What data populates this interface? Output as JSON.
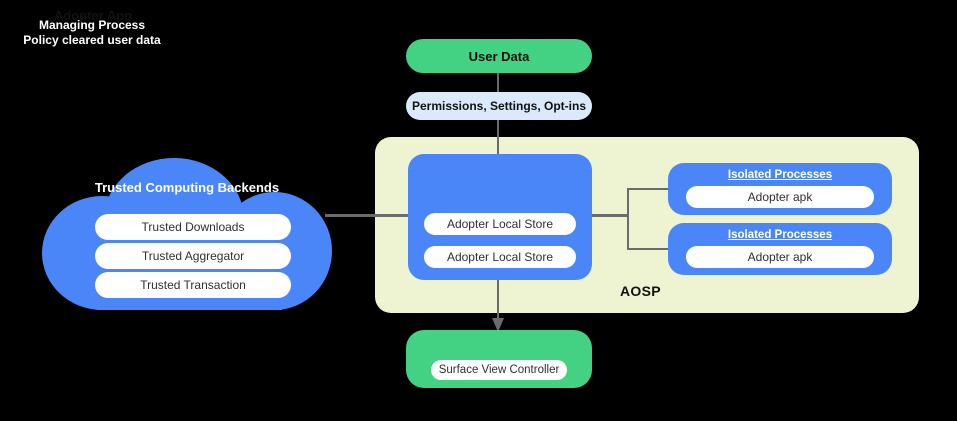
{
  "diagram": {
    "title_label": "AOSP",
    "colors": {
      "blue": "#4a86f7",
      "green": "#43d183",
      "light_blue": "#daeafb",
      "aosp_bg": "#eef3d2",
      "connector": "#6b6b6b",
      "background": "#000000"
    }
  },
  "user_data": {
    "label": "User Data"
  },
  "permissions": {
    "label": "Permissions,  Settings, Opt-ins"
  },
  "cloud": {
    "title": "Trusted Computing Backends",
    "items": [
      {
        "label": "Trusted Downloads"
      },
      {
        "label": "Trusted Aggregator"
      },
      {
        "label": "Trusted Transaction"
      }
    ]
  },
  "managing_process": {
    "title_line1": "Managing Process",
    "title_line2": "Policy cleared user data",
    "stores": [
      {
        "label": "Adopter Local Store"
      },
      {
        "label": "Adopter Local Store"
      }
    ]
  },
  "isolated_processes": [
    {
      "title": "Isolated Processes",
      "apk": "Adopter apk"
    },
    {
      "title": "Isolated Processes",
      "apk": "Adopter apk"
    }
  ],
  "adopter_app": {
    "title": "Adopter App",
    "controller": "Surface View Controller"
  }
}
